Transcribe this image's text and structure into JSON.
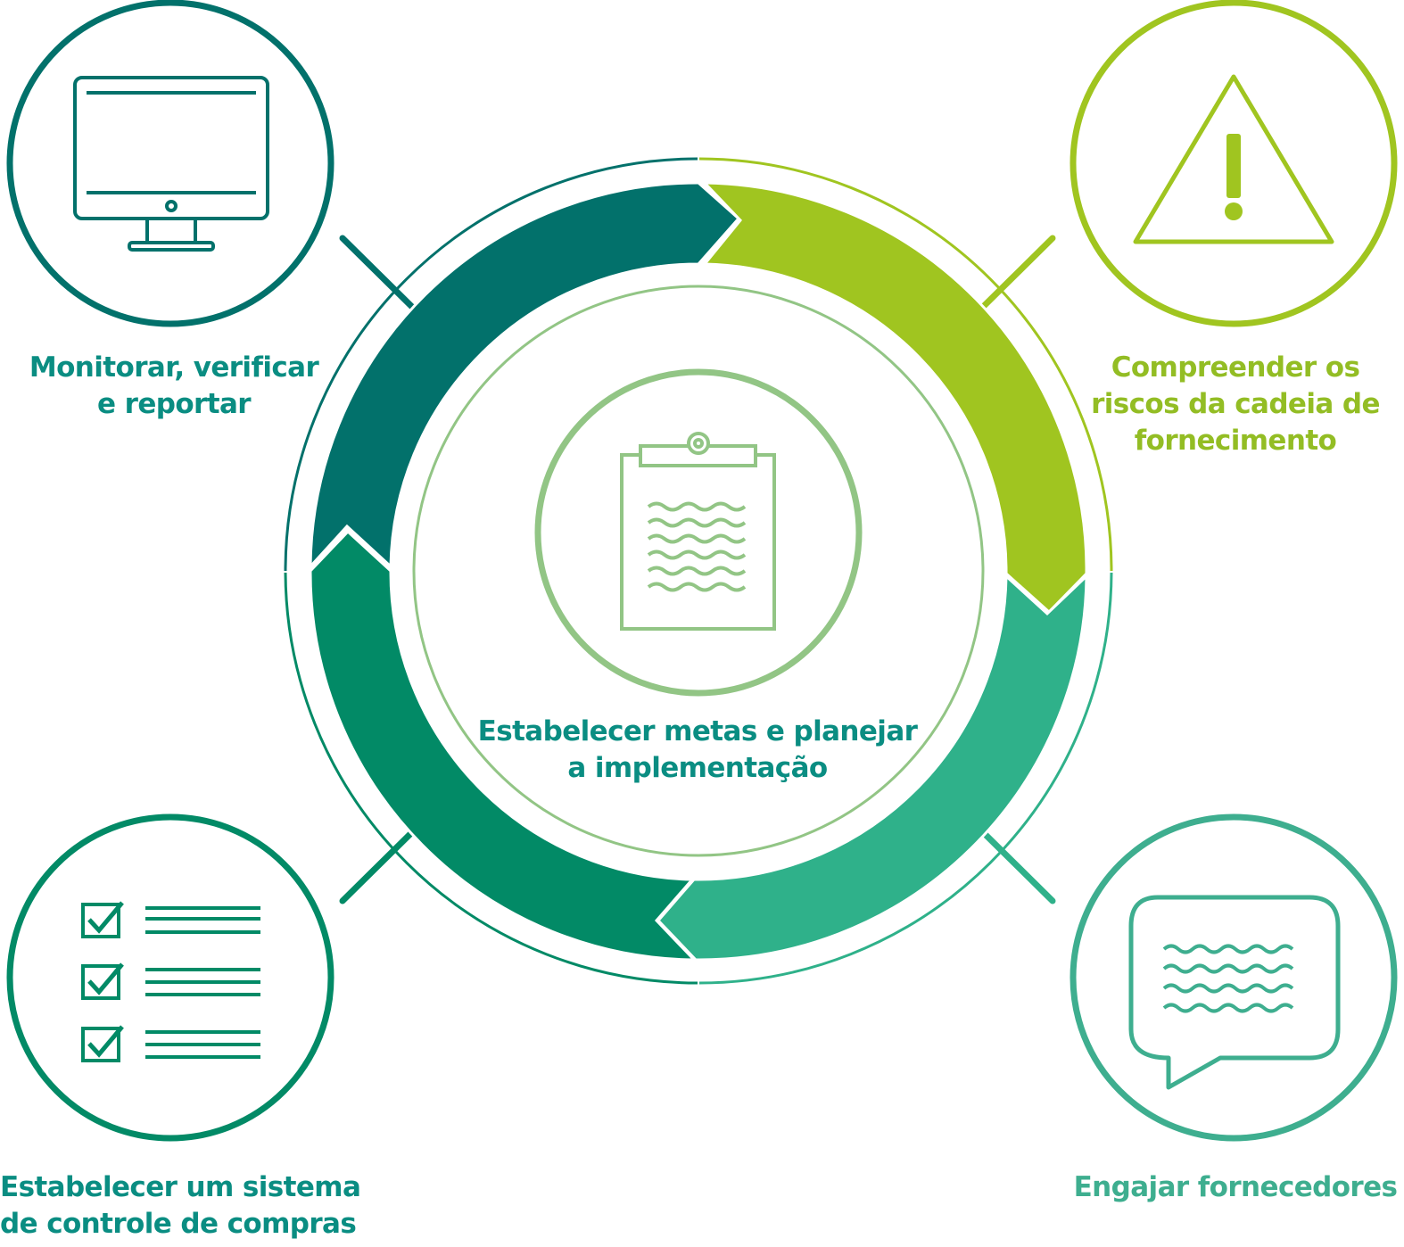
{
  "colors": {
    "dark_teal": "#02716b",
    "lime": "#a0c520",
    "mid_green": "#2fb18a",
    "green": "#028a66",
    "light_green": "#92c585",
    "label_teal": "#0a8d82",
    "label_lime": "#93bd24",
    "label_mint": "#3eae8f"
  },
  "center": {
    "icon": "clipboard-icon",
    "line1": "Estabelecer metas e planejar",
    "line2": "a implementação"
  },
  "steps": [
    {
      "icon": "monitor-icon",
      "line1": "Monitorar, verificar",
      "line2": "e reportar"
    },
    {
      "icon": "warning-icon",
      "line1": "Compreender os",
      "line2": "riscos da cadeia de",
      "line3": "fornecimento"
    },
    {
      "icon": "chat-bubble-icon",
      "line1": "Engajar fornecedores"
    },
    {
      "icon": "checklist-icon",
      "line1": "Estabelecer um sistema",
      "line2": "de controle de compras"
    }
  ]
}
